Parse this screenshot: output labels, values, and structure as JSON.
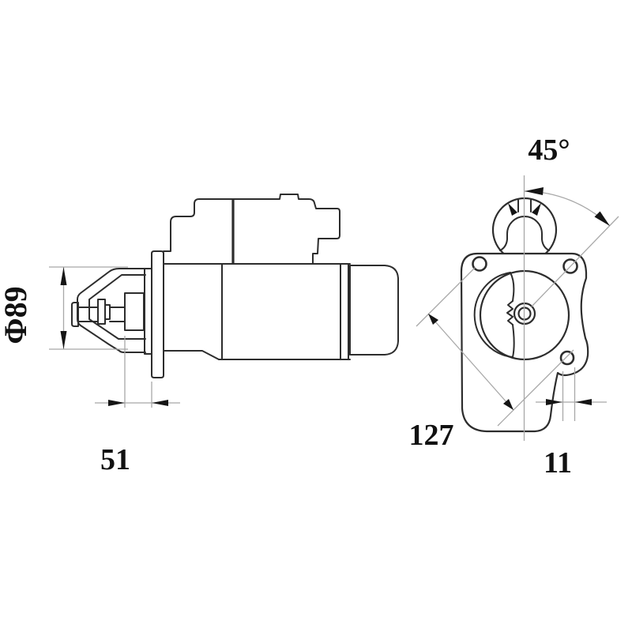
{
  "labels": {
    "diameter": "Φ89",
    "nose_length": "51",
    "angle": "45°",
    "bolt_diagonal": "127",
    "hole_offset": "11"
  },
  "colors": {
    "background": "#ffffff",
    "outline": "#2d2d2d",
    "dimension_lines": "#a8a8a8",
    "arrows": "#151515",
    "text": "#111111"
  }
}
